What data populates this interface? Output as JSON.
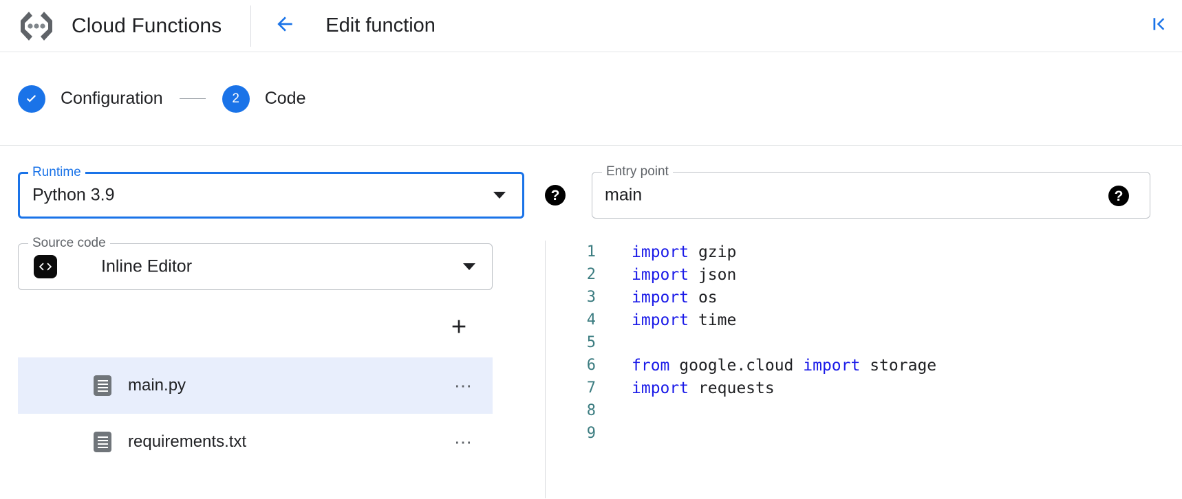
{
  "header": {
    "brand_icon": "cloud-functions-logo",
    "brand_title": "Cloud Functions",
    "back_icon": "arrow-left-icon",
    "page_title": "Edit function",
    "collapse_icon": "skip-to-start-icon",
    "accent_color": "#1a73e8"
  },
  "stepper": {
    "steps": [
      {
        "indicator": "✓",
        "label": "Configuration",
        "state": "completed"
      },
      {
        "indicator": "2",
        "label": "Code",
        "state": "active"
      }
    ],
    "divider": "—"
  },
  "runtime": {
    "legend": "Runtime",
    "value": "Python 3.9",
    "caret_icon": "chevron-down-icon",
    "help_icon": "help-icon",
    "help_glyph": "?",
    "focused": true
  },
  "entry_point": {
    "legend": "Entry point",
    "value": "main",
    "help_icon": "help-icon",
    "help_glyph": "?"
  },
  "source_code": {
    "legend": "Source code",
    "value": "Inline Editor",
    "icon": "code-brackets-icon",
    "icon_glyph": "‹›",
    "caret_icon": "chevron-down-icon"
  },
  "add_file": {
    "icon": "plus-icon",
    "glyph": "+"
  },
  "files": [
    {
      "name": "main.py",
      "icon": "document-icon",
      "selected": true,
      "more_glyph": "…"
    },
    {
      "name": "requirements.txt",
      "icon": "document-icon",
      "selected": false,
      "more_glyph": "…"
    }
  ],
  "editor": {
    "lines": [
      {
        "n": "1",
        "tokens": [
          {
            "t": "import",
            "k": true
          },
          {
            "t": " gzip",
            "k": false
          }
        ]
      },
      {
        "n": "2",
        "tokens": [
          {
            "t": "import",
            "k": true
          },
          {
            "t": " json",
            "k": false
          }
        ]
      },
      {
        "n": "3",
        "tokens": [
          {
            "t": "import",
            "k": true
          },
          {
            "t": " os",
            "k": false
          }
        ]
      },
      {
        "n": "4",
        "tokens": [
          {
            "t": "import",
            "k": true
          },
          {
            "t": " time",
            "k": false
          }
        ]
      },
      {
        "n": "5",
        "tokens": []
      },
      {
        "n": "6",
        "tokens": [
          {
            "t": "from",
            "k": true
          },
          {
            "t": " google.cloud ",
            "k": false
          },
          {
            "t": "import",
            "k": true
          },
          {
            "t": " storage",
            "k": false
          }
        ]
      },
      {
        "n": "7",
        "tokens": [
          {
            "t": "import",
            "k": true
          },
          {
            "t": " requests",
            "k": false
          }
        ]
      },
      {
        "n": "8",
        "tokens": []
      },
      {
        "n": "9",
        "tokens": []
      }
    ],
    "keyword_color": "#1a1ae8",
    "linenumber_color": "#3b7c80"
  }
}
